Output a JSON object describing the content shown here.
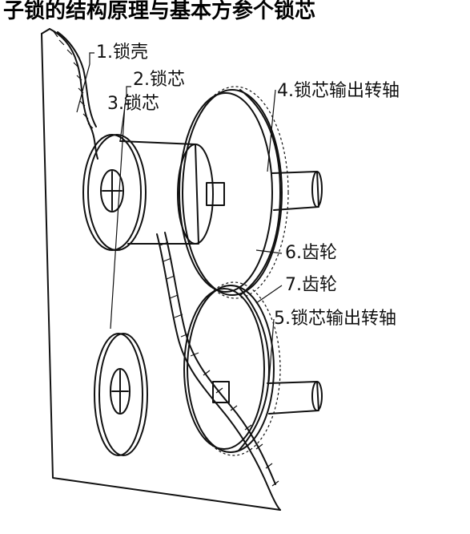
{
  "header_text": "子锁的结构原理与基本方参个锁芯",
  "labels": {
    "l1": "1.锁壳",
    "l2": "2.锁芯",
    "l3": "3.锁芯",
    "l4": "4.锁芯输出转轴",
    "l5": "5.锁芯输出转轴",
    "l6": "6.齿轮",
    "l7": "7.齿轮"
  },
  "colors": {
    "ink": "#111111",
    "background": "#ffffff"
  }
}
